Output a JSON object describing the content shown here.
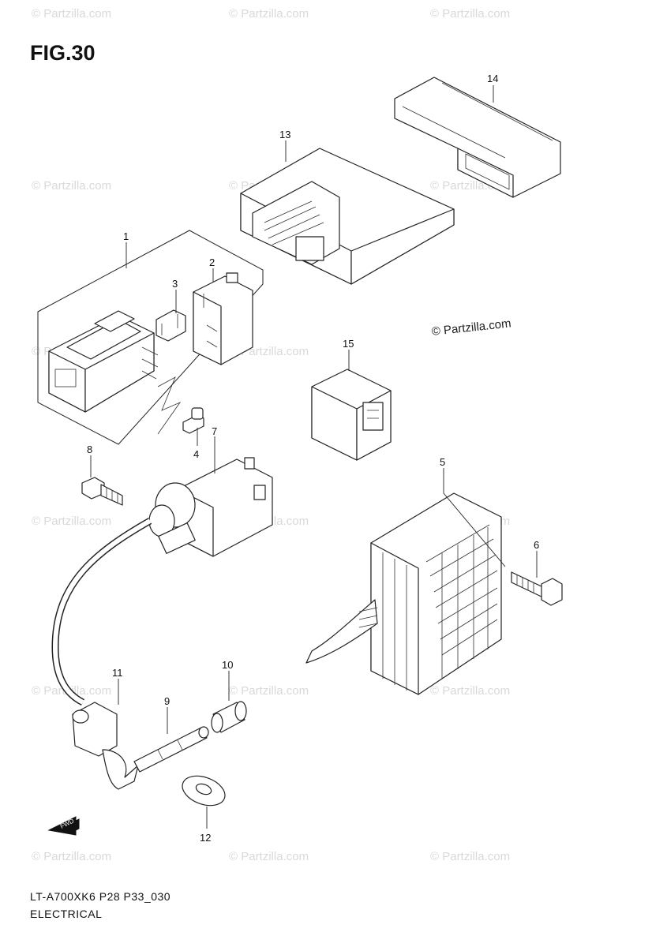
{
  "figure": {
    "title": "FIG.30",
    "diagram_code": "LT-A700XK6 P28 P33_030",
    "section": "ELECTRICAL",
    "credit": "© Partzilla.com",
    "watermark": "© Partzilla.com",
    "fwd_label": "FWD"
  },
  "callouts": [
    "1",
    "2",
    "3",
    "4",
    "5",
    "6",
    "7",
    "8",
    "9",
    "10",
    "11",
    "12",
    "13",
    "14",
    "15"
  ]
}
